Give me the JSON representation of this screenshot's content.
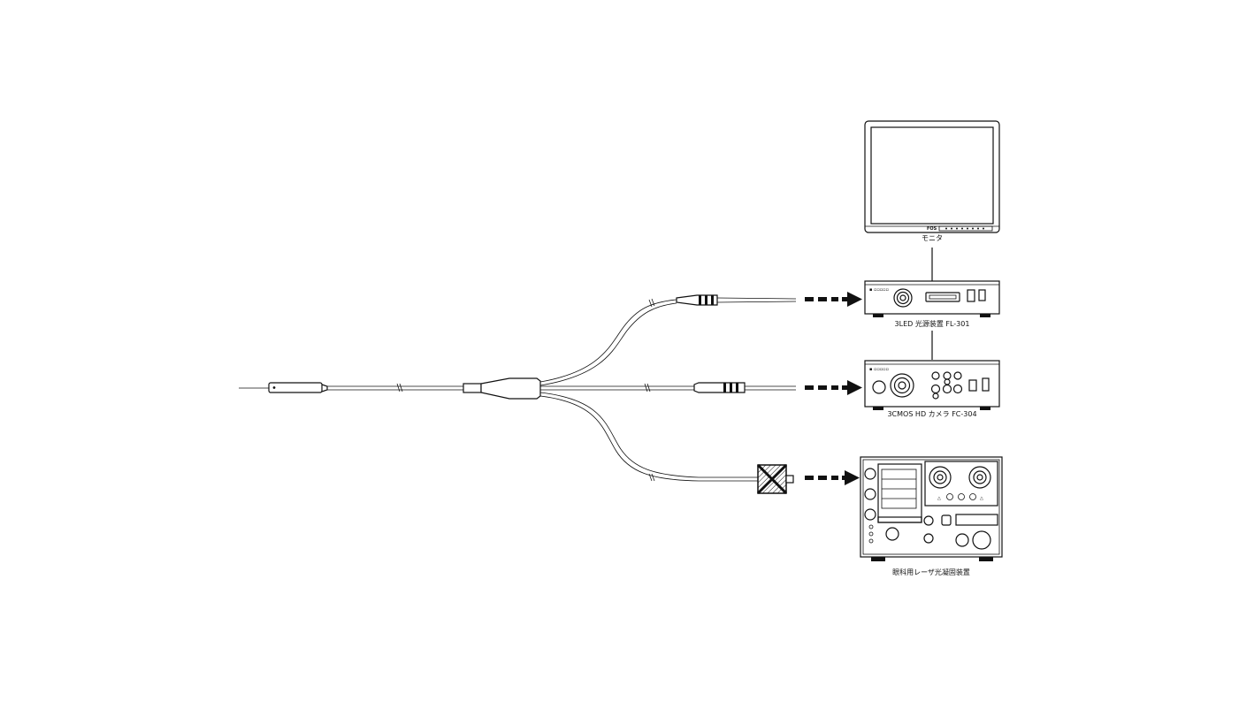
{
  "labels": {
    "monitor": "モニタ",
    "monitor_brand": "FOS",
    "light_source": "3LED 光源装置 FL-301",
    "camera": "3CMOS HD カメラ FC-304",
    "laser": "眼科用レーザ光凝固装置"
  },
  "colors": {
    "line": "#111111",
    "background": "#ffffff"
  }
}
